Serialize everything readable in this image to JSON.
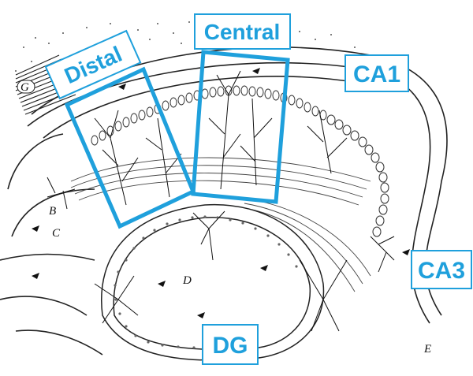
{
  "figure": {
    "region_labels": {
      "distal": "Distal",
      "central": "Central",
      "ca1": "CA1",
      "ca3": "CA3",
      "dg": "DG"
    },
    "drawing_letters": {
      "g": "G",
      "b": "B",
      "c": "C",
      "d": "D",
      "e": "E"
    },
    "colors": {
      "highlight": "#1FA0DC",
      "ink": "#111111",
      "paper": "#FFFFFF"
    }
  }
}
